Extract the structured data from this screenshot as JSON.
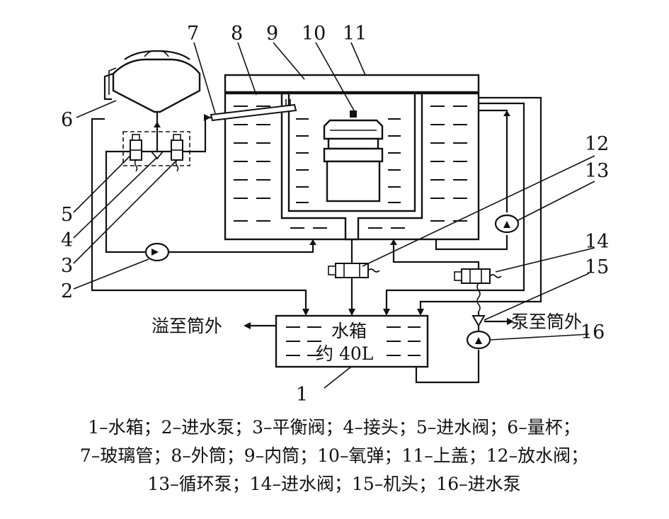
{
  "numbers": {
    "n1": "1",
    "n2": "2",
    "n3": "3",
    "n4": "4",
    "n5": "5",
    "n6": "6",
    "n7": "7",
    "n8": "8",
    "n9": "9",
    "n10": "10",
    "n11": "11",
    "n12": "12",
    "n13": "13",
    "n14": "14",
    "n15": "15",
    "n16": "16"
  },
  "labels": {
    "overflow": "溢至筒外",
    "pump_out": "泵至筒外",
    "tank_name": "水箱",
    "tank_volume": "约 40L"
  },
  "legend": {
    "line1": "1–水箱；2–进水泵；3–平衡阀；4–接头；5–进水阀；6–量杯；",
    "line2": "7–玻璃管；8–外筒；9–内筒；10–氧弹；11–上盖；12–放水阀；",
    "line3": "13–循环泵；14–进水阀；15–机头；16–进水泵"
  }
}
